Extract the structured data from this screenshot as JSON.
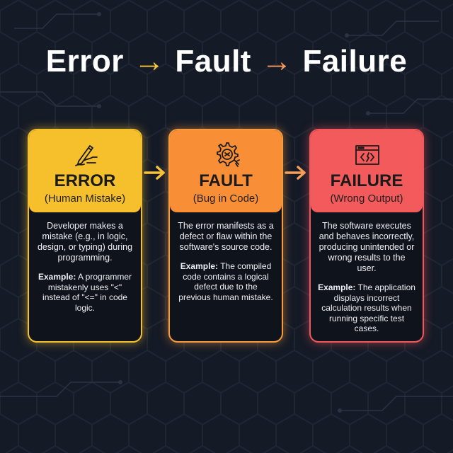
{
  "title": {
    "word1": "Error",
    "word2": "Fault",
    "word3": "Failure",
    "arrow": "→"
  },
  "cards": [
    {
      "icon": "hand-writing-pen-icon",
      "name": "ERROR",
      "subtitle": "(Human Mistake)",
      "description": "Developer makes a mistake (e.g., in logic, design, or typing) during programming.",
      "example_label": "Example:",
      "example_text": " A programmer mistakenly uses \"<\" instead of \"<=\" in code logic.",
      "color": "#f5c02b"
    },
    {
      "icon": "gear-bug-icon",
      "name": "FAULT",
      "subtitle": "(Bug in Code)",
      "description": "The error manifests as a defect or flaw within the software's source code.",
      "example_label": "Example:",
      "example_text": " The compiled code contains a logical defect due to the previous human mistake.",
      "color": "#f88f36"
    },
    {
      "icon": "broken-code-window-icon",
      "name": "FAILURE",
      "subtitle": "(Wrong Output)",
      "description": "The software executes and behaves incorrectly, producing unintended or wrong results to the user.",
      "example_label": "Example:",
      "example_text": " The application displays incorrect calculation results when running specific test cases.",
      "color": "#f25a5c"
    }
  ],
  "connectors": [
    {
      "icon": "arrow-right-icon",
      "color": "#f7c53a"
    },
    {
      "icon": "arrow-right-icon",
      "color": "#f7a15a"
    }
  ]
}
